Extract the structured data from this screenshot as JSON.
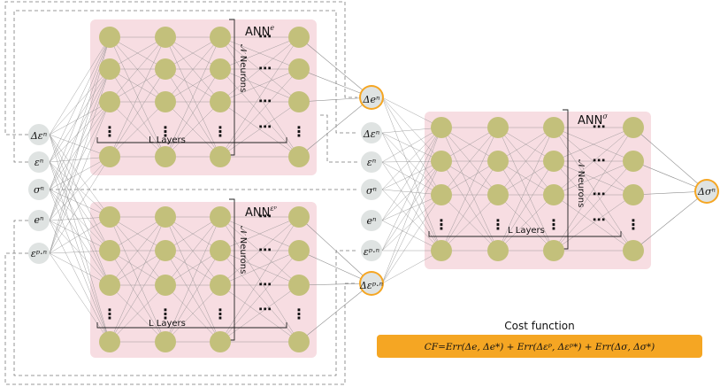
{
  "colors": {
    "panel": "#f7dde2",
    "neuron": "#c3c07b",
    "io_node": "#dfe3e2",
    "orange": "#f5a623",
    "line": "#8c8c8c"
  },
  "panels": {
    "ann_e": {
      "title": "ANN",
      "title_sup": "e",
      "layers_label": "L Layers",
      "neurons_label": "𝒩 Neurons"
    },
    "ann_ep": {
      "title": "ANN",
      "title_sup": "εᵖ",
      "layers_label": "L Layers",
      "neurons_label": "𝒩 Neurons"
    },
    "ann_sigma": {
      "title": "ANN",
      "title_sup": "σ",
      "layers_label": "L Layers",
      "neurons_label": "𝒩 Neurons"
    }
  },
  "inputs": [
    {
      "label": "Δεⁿ"
    },
    {
      "label": "εⁿ"
    },
    {
      "label": "σⁿ"
    },
    {
      "label": "eⁿ"
    },
    {
      "label": "εᵖ·ⁿ"
    }
  ],
  "mid_inputs": [
    {
      "label": "Δεⁿ"
    },
    {
      "label": "εⁿ"
    },
    {
      "label": "σⁿ"
    },
    {
      "label": "eⁿ"
    },
    {
      "label": "εᵖ·ⁿ"
    }
  ],
  "outputs": {
    "de": {
      "label": "Δeⁿ"
    },
    "dep": {
      "label": "Δεᵖ·ⁿ"
    },
    "ds": {
      "label": "Δσⁿ"
    }
  },
  "ellipsis": {
    "vertical": "⋮",
    "horizontal": "⋯"
  },
  "cost": {
    "title": "Cost function",
    "formula": "CF=Err(Δe, Δe*) + Err(Δεᵖ, Δεᵖ*) + Err(Δσ, Δσ*)"
  }
}
